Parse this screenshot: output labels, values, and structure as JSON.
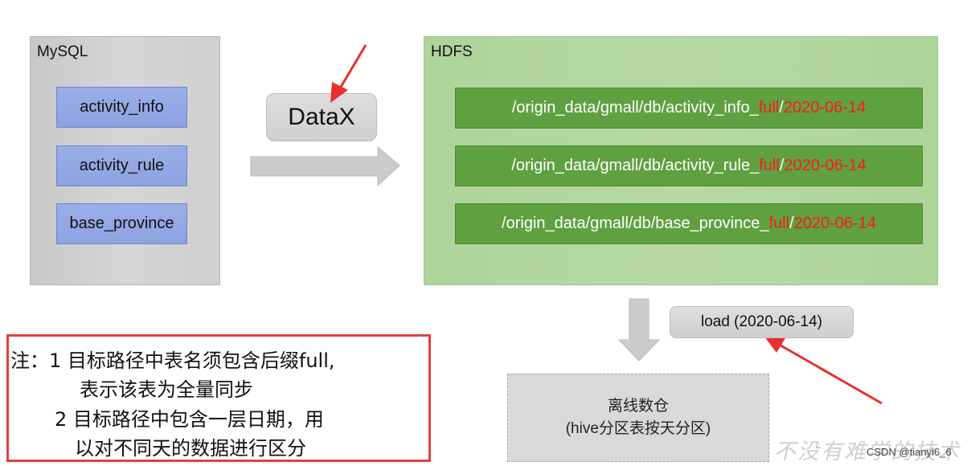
{
  "mysql": {
    "title": "MySQL",
    "tables": [
      "activity_info",
      "activity_rule",
      "base_province"
    ]
  },
  "datax": {
    "label": "DataX"
  },
  "hdfs": {
    "title": "HDFS",
    "paths": [
      {
        "prefix": "/origin_data/gmall/db/activity_info_",
        "suffix": "full",
        "sep": "/",
        "date": "2020-06-14"
      },
      {
        "prefix": "/origin_data/gmall/db/activity_rule_",
        "suffix": "full",
        "sep": "/",
        "date": "2020-06-14"
      },
      {
        "prefix": "/origin_data/gmall/db/base_province_",
        "suffix": "full",
        "sep": "/",
        "date": "2020-06-14"
      }
    ]
  },
  "load": {
    "label": "load (2020-06-14)"
  },
  "warehouse": {
    "title": "离线数仓",
    "subtitle": "(hive分区表按天分区)"
  },
  "note": {
    "lines": [
      "注：1 目标路径中表名须包含后缀full,",
      "表示该表为全量同步",
      "2 目标路径中包含一层日期，用",
      "以对不同天的数据进行区分"
    ]
  },
  "watermark": {
    "text": "不没有难学的技术"
  },
  "credit": {
    "text": "CSDN @tianyi6_6"
  },
  "colors": {
    "annotation_red": "#e8302e",
    "arrow_gray": "#cbcbcb"
  }
}
